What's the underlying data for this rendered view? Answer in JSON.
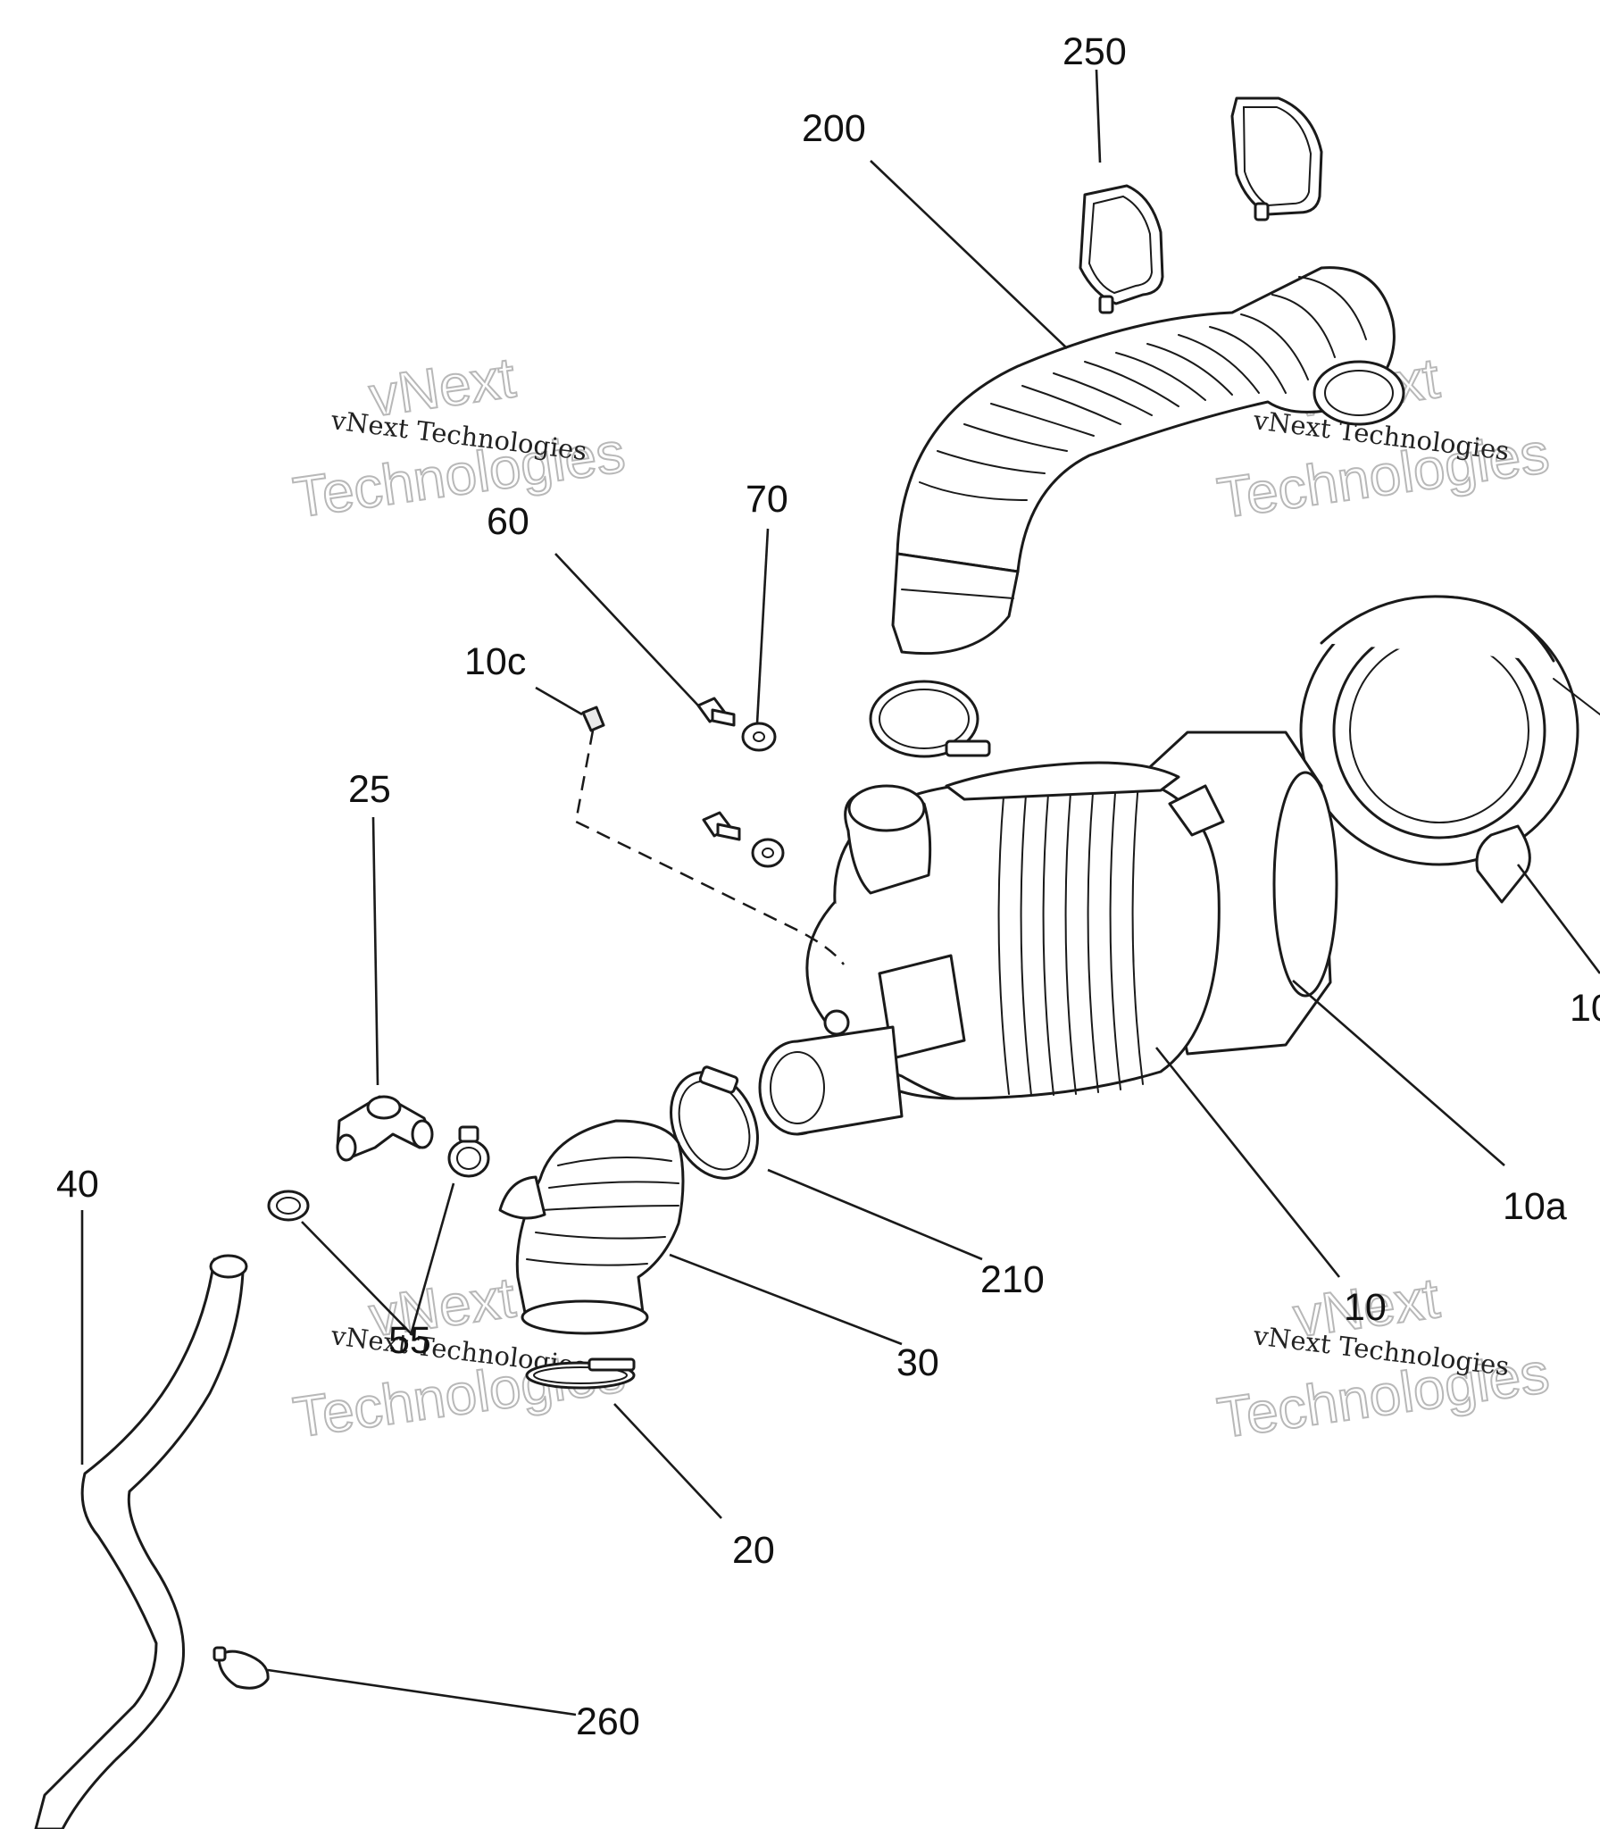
{
  "part_labels": [
    "250",
    "200",
    "70",
    "60",
    "10c",
    "25",
    "40",
    "10a",
    "210",
    "30",
    "10",
    "55",
    "20",
    "260",
    "10"
  ],
  "watermark": {
    "line_small": "vNext Technologies",
    "line_big_1": "vNext",
    "line_big_2": "Technologies"
  }
}
